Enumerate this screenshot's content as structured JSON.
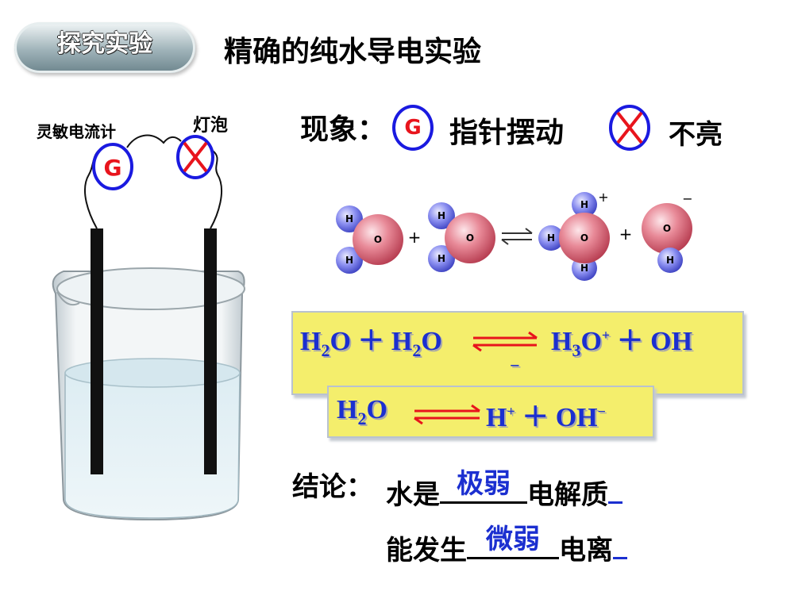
{
  "badge": "探究实验",
  "title": "精确的纯水导电实验",
  "apparatus": {
    "meter_label": "灵敏电流计",
    "bulb_label": "灯泡",
    "meter_symbol": "G"
  },
  "phenomenon": {
    "label": "现象：",
    "meter_symbol": "G",
    "needle_text": "指针摆动",
    "bulb_text": "不亮"
  },
  "molecules": {
    "h": "H",
    "o": "O",
    "plus": "+",
    "charge_pos": "+",
    "charge_neg": "−"
  },
  "equation1": {
    "h2o_a": "H",
    "h2o_a_sub": "2",
    "h2o_a_o": "O",
    "plus1": "＋",
    "h2o_b": "H",
    "h2o_b_sub": "2",
    "h2o_b_o": "O",
    "h3o": "H",
    "h3o_sub": "3",
    "h3o_o": "O",
    "h3o_charge": "+",
    "plus2": "＋",
    "oh": "OH",
    "oh_charge": "−"
  },
  "equation2": {
    "h2o": "H",
    "h2o_sub": "2",
    "h2o_o": "O",
    "h": "H",
    "h_charge": "+",
    "plus": "＋",
    "oh": "OH",
    "oh_charge": "−"
  },
  "conclusion": {
    "label": "结论：",
    "line1_prefix": "水是",
    "line1_answer": "极弱",
    "line1_suffix": "电解质",
    "line2_prefix": "能发生",
    "line2_answer": "微弱",
    "line2_suffix": "电离"
  },
  "colors": {
    "equation_text": "#1b2fd0",
    "equation_box": "#f4ee6c",
    "symbol_red": "#e8141c",
    "circle_blue": "#1a1ae0",
    "answer_blue": "#1b2fd0"
  }
}
